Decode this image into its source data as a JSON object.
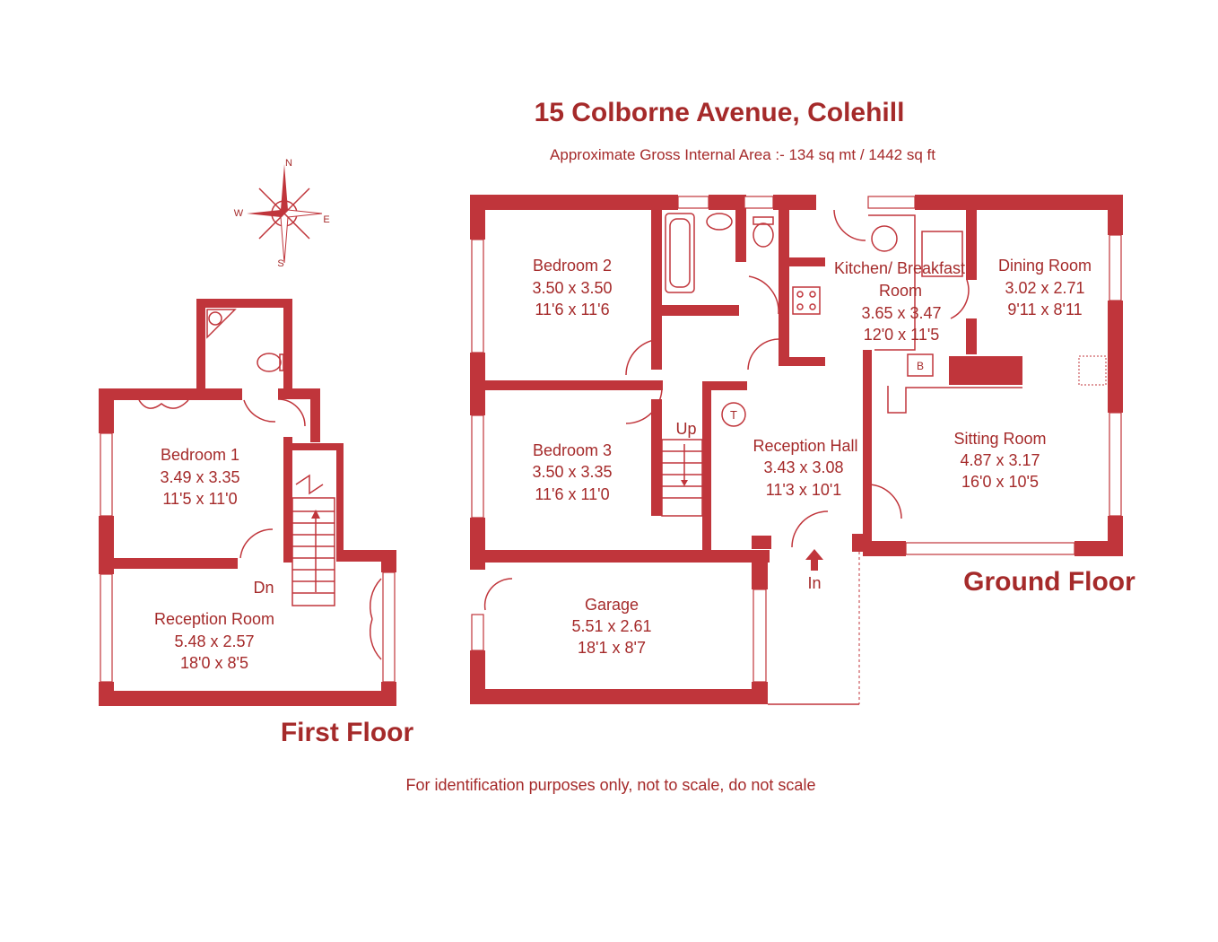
{
  "title": "15 Colborne Avenue, Colehill",
  "area": "Approximate Gross Internal Area  :-   134 sq mt /  1442 sq ft",
  "compass": {
    "n": "N",
    "s": "S",
    "e": "E",
    "w": "W"
  },
  "floors": {
    "ground": "Ground Floor",
    "first": "First Floor"
  },
  "rooms": {
    "bedroom2": {
      "name": "Bedroom 2",
      "metric": "3.50 x 3.50",
      "imperial": "11'6 x 11'6"
    },
    "bedroom3": {
      "name": "Bedroom 3",
      "metric": "3.50 x 3.35",
      "imperial": "11'6 x 11'0"
    },
    "kitchen": {
      "name1": "Kitchen/ Breakfast",
      "name2": "Room",
      "metric": "3.65 x 3.47",
      "imperial": "12'0 x 11'5"
    },
    "dining": {
      "name": "Dining Room",
      "metric": "3.02 x 2.71",
      "imperial": "9'11 x 8'11"
    },
    "reception_hall": {
      "name": "Reception Hall",
      "metric": "3.43 x 3.08",
      "imperial": "11'3 x 10'1"
    },
    "sitting": {
      "name": "Sitting Room",
      "metric": "4.87 x 3.17",
      "imperial": "16'0 x 10'5"
    },
    "garage": {
      "name": "Garage",
      "metric": "5.51 x 2.61",
      "imperial": "18'1 x 8'7"
    },
    "bedroom1": {
      "name": "Bedroom 1",
      "metric": "3.49 x 3.35",
      "imperial": "11'5 x 11'0"
    },
    "reception_room": {
      "name": "Reception Room",
      "metric": "5.48 x 2.57",
      "imperial": "18'0 x 8'5"
    }
  },
  "markers": {
    "up": "Up",
    "dn": "Dn",
    "in": "In",
    "t": "T",
    "b": "B"
  },
  "footer": "For identification purposes only, not to scale, do not scale",
  "colors": {
    "wall": "#c0353b",
    "text": "#a52a2a"
  }
}
